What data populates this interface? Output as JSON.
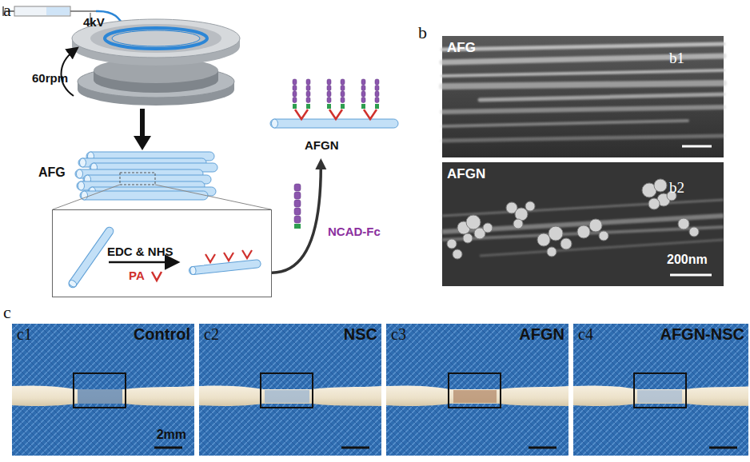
{
  "diagram": {
    "nodes": [
      {
        "text": [
          "AFG"
        ]
      },
      {
        "text": [
          "EDC & NHS",
          "PA"
        ]
      },
      {
        "text": [
          "AFGN"
        ]
      },
      {
        "text": [
          "AFG",
          "b1"
        ]
      },
      {
        "text": [
          "AFGN",
          "b2",
          "200nm"
        ]
      },
      {
        "text": [
          "c1",
          "Control",
          "2mm"
        ]
      },
      {
        "text": [
          "c2",
          "NSC"
        ]
      },
      {
        "text": [
          "c3",
          "AFGN"
        ]
      },
      {
        "text": [
          "c4",
          "AFGN-NSC"
        ]
      }
    ],
    "edges": [
      {
        "from": 1,
        "to": 2,
        "arrow": "to",
        "label": "NCAD-Fc"
      }
    ],
    "labels": [
      "a",
      "4kV",
      "60rpm",
      "b",
      "c"
    ]
  }
}
